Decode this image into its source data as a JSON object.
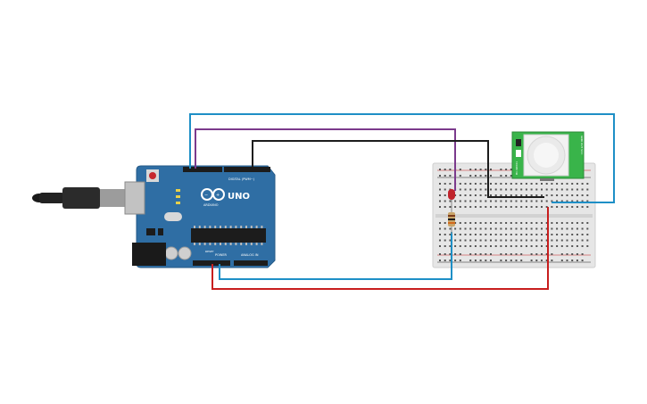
{
  "board": {
    "logo": "UNO",
    "brand": "ARDUINO",
    "digital_label": "DIGITAL (PWM~)",
    "power_label": "POWER",
    "analog_label": "ANALOG IN",
    "reset_label": "RESET"
  },
  "sensor": {
    "left_label": "HC-SR501",
    "right_label": "GND OUT VCC"
  },
  "colors": {
    "board": "#2f6ea4",
    "wire_blue": "#1e8fc6",
    "wire_purple": "#7b3a8c",
    "wire_black": "#1c1c1c",
    "wire_red": "#c81e1e",
    "sensor_pcb": "#39b44a",
    "led": "#c0232b",
    "breadboard": "#e6e6e6"
  },
  "icons": [
    "usb-cable-icon",
    "led-icon",
    "resistor-icon",
    "pir-dome-icon"
  ]
}
